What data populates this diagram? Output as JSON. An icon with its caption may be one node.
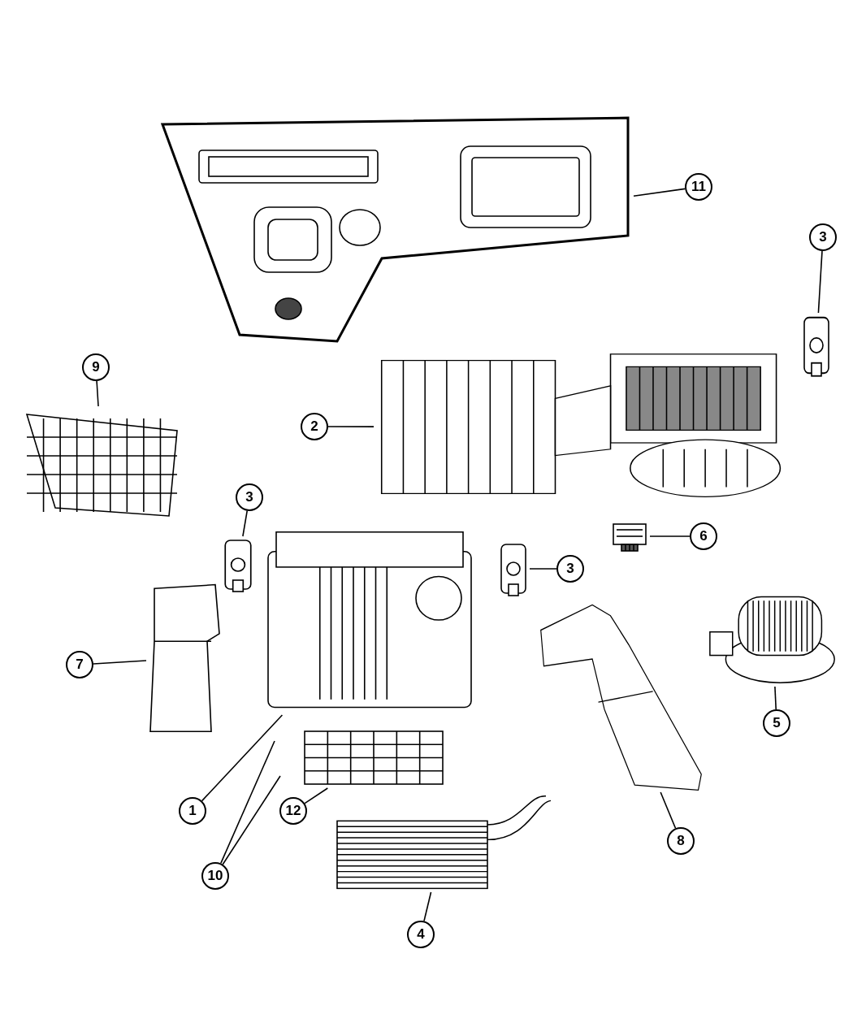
{
  "diagram": {
    "nodes": [
      {
        "text": [],
        "shape": "picture"
      },
      {
        "text": [
          "11"
        ]
      },
      {
        "text": [
          "3"
        ]
      },
      {
        "text": [],
        "shape": "picture"
      },
      {
        "text": [],
        "shape": "picture"
      },
      {
        "text": [
          "9"
        ]
      },
      {
        "text": [],
        "shape": "picture"
      },
      {
        "text": [
          "2"
        ]
      },
      {
        "text": [
          "3"
        ]
      },
      {
        "text": [],
        "shape": "picture"
      },
      {
        "text": [],
        "shape": "picture"
      },
      {
        "text": [
          "6"
        ]
      },
      {
        "text": [],
        "shape": "picture"
      },
      {
        "text": [],
        "shape": "picture"
      },
      {
        "text": [
          "3"
        ]
      },
      {
        "text": [],
        "shape": "picture"
      },
      {
        "text": [],
        "shape": "picture"
      },
      {
        "text": [],
        "shape": "picture"
      },
      {
        "text": [
          "7"
        ]
      },
      {
        "text": [],
        "shape": "picture"
      },
      {
        "text": [],
        "shape": "picture"
      },
      {
        "text": [
          "5"
        ]
      },
      {
        "text": [
          "1"
        ]
      },
      {
        "text": [
          "12"
        ]
      },
      {
        "text": [
          "10"
        ]
      },
      {
        "text": [
          "8"
        ]
      },
      {
        "text": [
          "4"
        ]
      }
    ],
    "edges": [
      {
        "from": 1,
        "to": 0,
        "arrow": "none"
      },
      {
        "from": 2,
        "to": 3,
        "arrow": "none"
      },
      {
        "from": 5,
        "to": 6,
        "arrow": "none"
      },
      {
        "from": 7,
        "to": 4,
        "arrow": "none"
      },
      {
        "from": 8,
        "to": 9,
        "arrow": "none"
      },
      {
        "from": 11,
        "to": 10,
        "arrow": "none"
      },
      {
        "from": 14,
        "to": 13,
        "arrow": "none"
      },
      {
        "from": 18,
        "to": 15,
        "arrow": "none"
      },
      {
        "from": 21,
        "to": 17,
        "arrow": "none"
      },
      {
        "from": 22,
        "to": 12,
        "arrow": "none"
      },
      {
        "from": 23,
        "to": 19,
        "arrow": "none"
      },
      {
        "from": 24,
        "to": null,
        "arrow": "none"
      },
      {
        "from": 24,
        "to": null,
        "arrow": "none"
      },
      {
        "from": 25,
        "to": 16,
        "arrow": "none"
      },
      {
        "from": 26,
        "to": 20,
        "arrow": "none"
      }
    ]
  }
}
